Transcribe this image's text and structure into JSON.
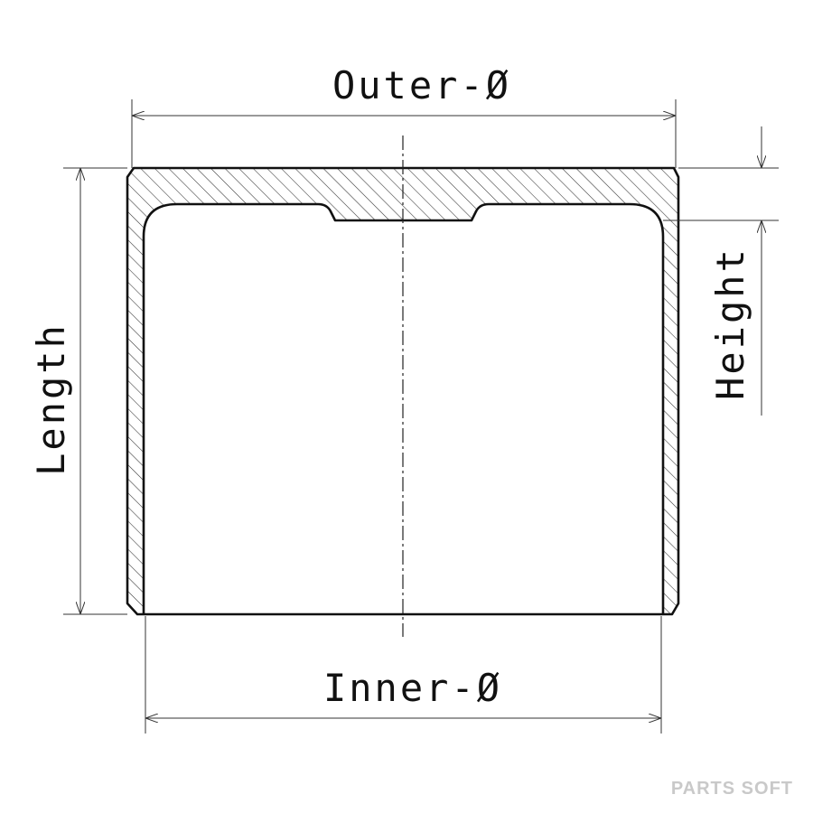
{
  "labels": {
    "outer_diameter": "Outer-Ø",
    "inner_diameter": "Inner-Ø",
    "length": "Length",
    "height": "Height"
  },
  "watermark": "PARTS SOFT",
  "colors": {
    "line": "#111111",
    "hatch": "#333333",
    "watermark": "#c9c9c9",
    "background": "#ffffff"
  }
}
